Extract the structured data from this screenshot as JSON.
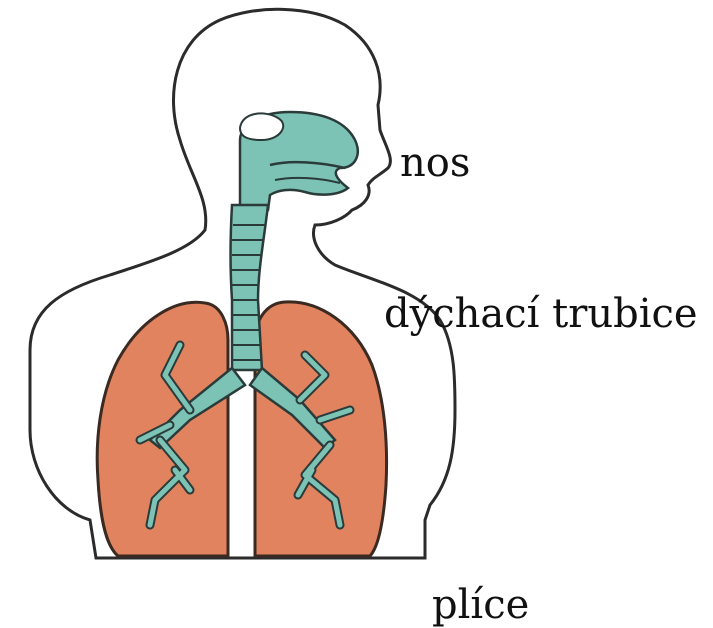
{
  "labels": {
    "nose": "nos",
    "trachea": "dýchací trubice",
    "lungs": "plíce"
  },
  "colors": {
    "airway": "#7cc3b6",
    "airway_outline": "#2a3b3a",
    "lungs": "#e1835f",
    "body_outline": "#2b2b2b",
    "background": "#ffffff"
  }
}
